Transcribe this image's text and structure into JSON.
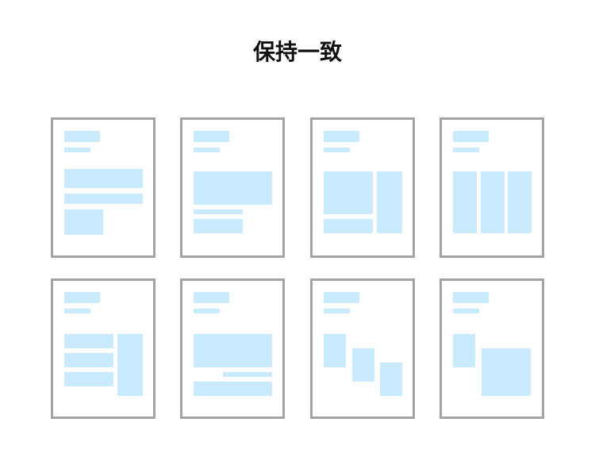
{
  "title": "保持一致",
  "colors": {
    "card_border": "#a3a3a3",
    "block_fill": "#c9ebfd"
  },
  "cards": [
    "layout-1",
    "layout-2",
    "layout-3",
    "layout-4",
    "layout-5",
    "layout-6",
    "layout-7",
    "layout-8"
  ]
}
